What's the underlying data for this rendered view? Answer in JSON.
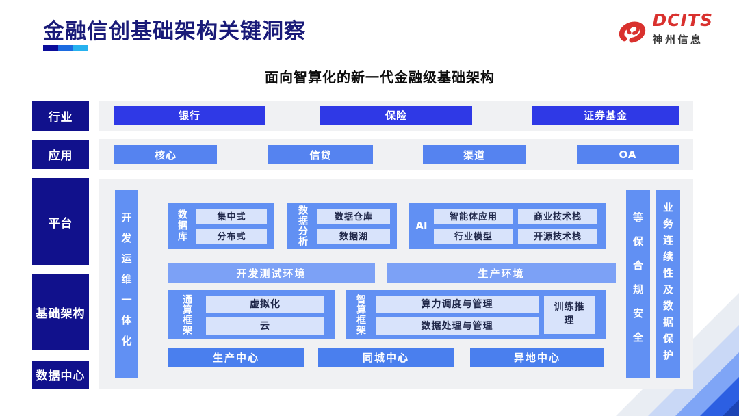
{
  "header": {
    "title": "金融信创基础架构关键洞察",
    "logo": {
      "brand": "DCITS",
      "company": "神州信息"
    }
  },
  "subtitle": "面向智算化的新一代金融级基础架构",
  "industry_row": {
    "label": "行业",
    "items": [
      "银行",
      "保险",
      "证券基金"
    ]
  },
  "application_row": {
    "label": "应用",
    "items": [
      "核心",
      "信贷",
      "渠道",
      "OA"
    ]
  },
  "side_labels": {
    "platform": "平台",
    "infrastructure": "基础架构",
    "data_center": "数据中心"
  },
  "platform": {
    "devops_bar": "开发运维一体化",
    "database_group": {
      "label": "数据库",
      "items": [
        "集中式",
        "分布式"
      ]
    },
    "analysis_group": {
      "label": "数据分析",
      "items": [
        "数据仓库",
        "数据湖"
      ]
    },
    "ai_group": {
      "label": "AI",
      "items": [
        "智能体应用",
        "商业技术栈",
        "行业模型",
        "开源技术栈"
      ]
    },
    "env_bars": [
      "开发测试环境",
      "生产环境"
    ],
    "general_framework": {
      "label": "通算框架",
      "items": [
        "虚拟化",
        "云"
      ]
    },
    "ai_framework": {
      "label": "智算框架",
      "items": [
        "算力调度与管理",
        "数据处理与管理"
      ],
      "side_item": "训练推理"
    },
    "centers": [
      "生产中心",
      "同城中心",
      "异地中心"
    ],
    "security_bar": "等保合规安全",
    "continuity_bar": "业务连续性及数据保护"
  },
  "colors": {
    "title_navy": "#191a78",
    "label_navy": "#11118c",
    "row_band_gray": "#f0f1f3",
    "industry_button_blue": "#2f39e6",
    "application_button_blue": "#5583f0",
    "group_blue": "#6190f3",
    "env_bar_blue": "#7ca1f6",
    "center_bar_blue": "#4a7fee",
    "light_box_blue": "#d8e3fb",
    "light_box_text": "#20284a",
    "logo_red": "#d9312e",
    "underline_segments": [
      "#0c0d9a",
      "#1c6be0",
      "#27b2ef"
    ],
    "corner_bands": [
      "#e9edf3",
      "#c9d8f6",
      "#7fa5f6",
      "#2c5fe2",
      "#1c44b4"
    ]
  }
}
